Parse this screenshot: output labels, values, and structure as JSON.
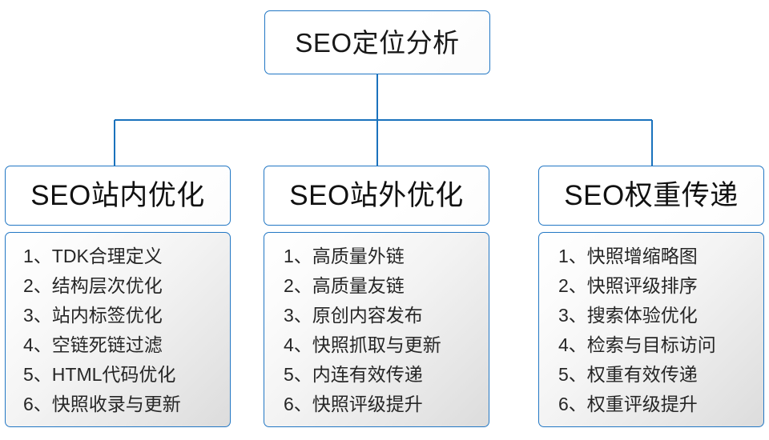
{
  "diagram": {
    "title": "SEO定位分析",
    "root": {
      "label": "SEO定位分析"
    },
    "colors": {
      "border": "#2277c4",
      "text": "#181818",
      "item_text": "#262626",
      "body_fill_light": "#ffffff",
      "body_fill_dark": "#dcdcdc",
      "page_background": "#ffffff"
    },
    "branches": [
      {
        "label": "SEO站内优化",
        "items": [
          "1、TDK合理定义",
          "2、结构层次优化",
          "3、站内标签优化",
          "4、空链死链过滤",
          "5、HTML代码优化",
          "6、快照收录与更新"
        ]
      },
      {
        "label": "SEO站外优化",
        "items": [
          "1、高质量外链",
          "2、高质量友链",
          "3、原创内容发布",
          "4、快照抓取与更新",
          "5、内连有效传递",
          "6、快照评级提升"
        ]
      },
      {
        "label": "SEO权重传递",
        "items": [
          "1、快照增缩略图",
          "2、快照评级排序",
          "3、搜索体验优化",
          "4、检索与目标访问",
          "5、权重有效传递",
          "6、权重评级提升"
        ]
      }
    ]
  }
}
